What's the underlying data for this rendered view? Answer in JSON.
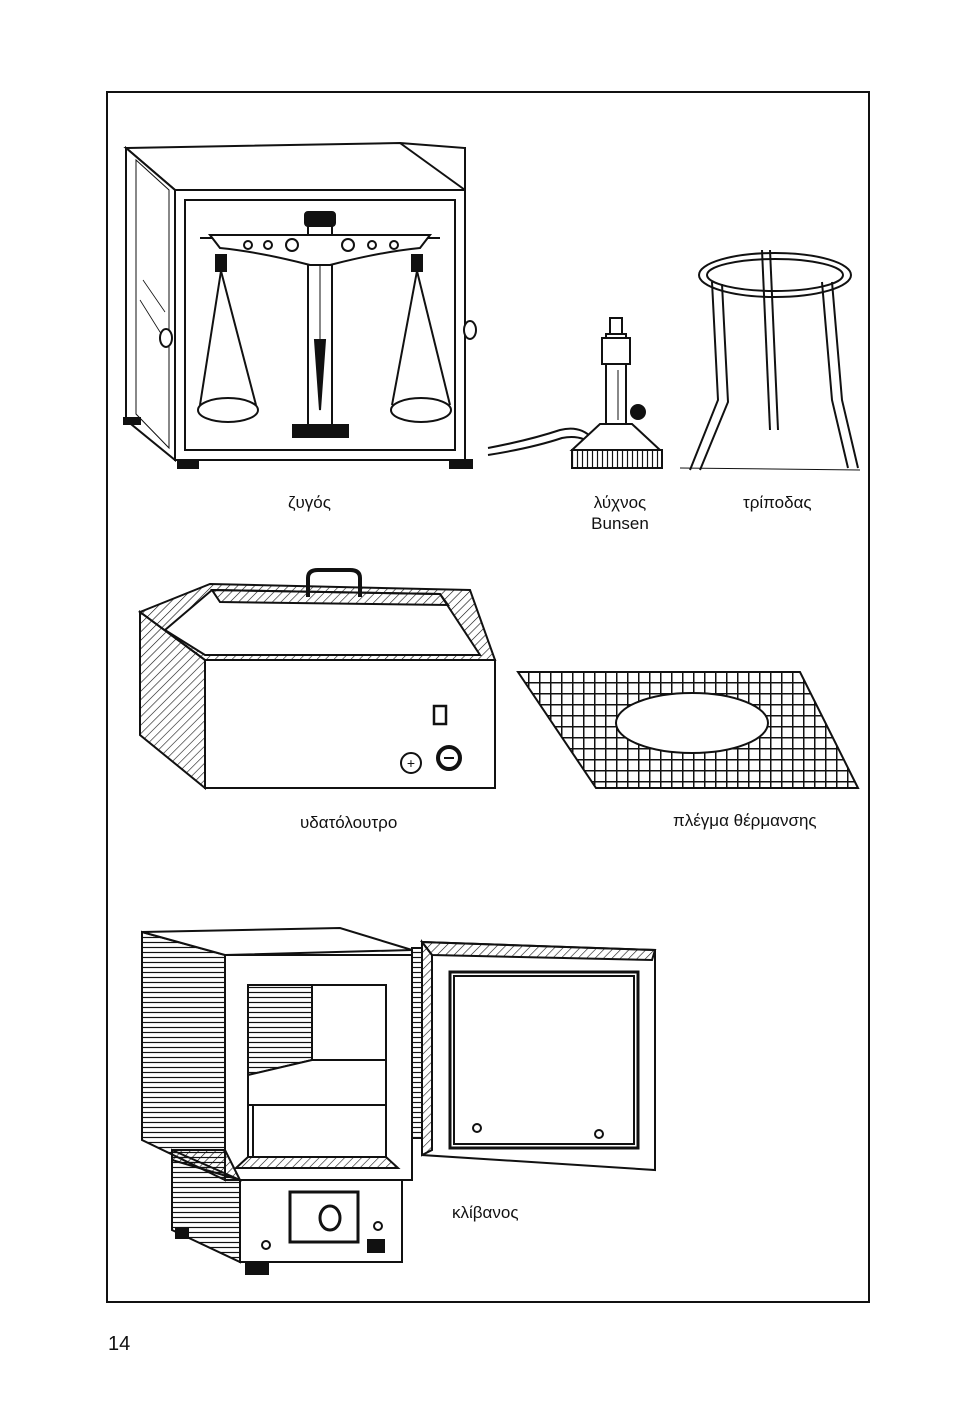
{
  "labels": {
    "balance": "ζυγός",
    "bunsen_line1": "λύχνος",
    "bunsen_line2": "Bunsen",
    "tripod": "τρίποδας",
    "water_bath": "υδατόλουτρο",
    "wire_gauze": "πλέγμα θέρμανσης",
    "oven": "κλίβανος"
  },
  "page_number": "14"
}
